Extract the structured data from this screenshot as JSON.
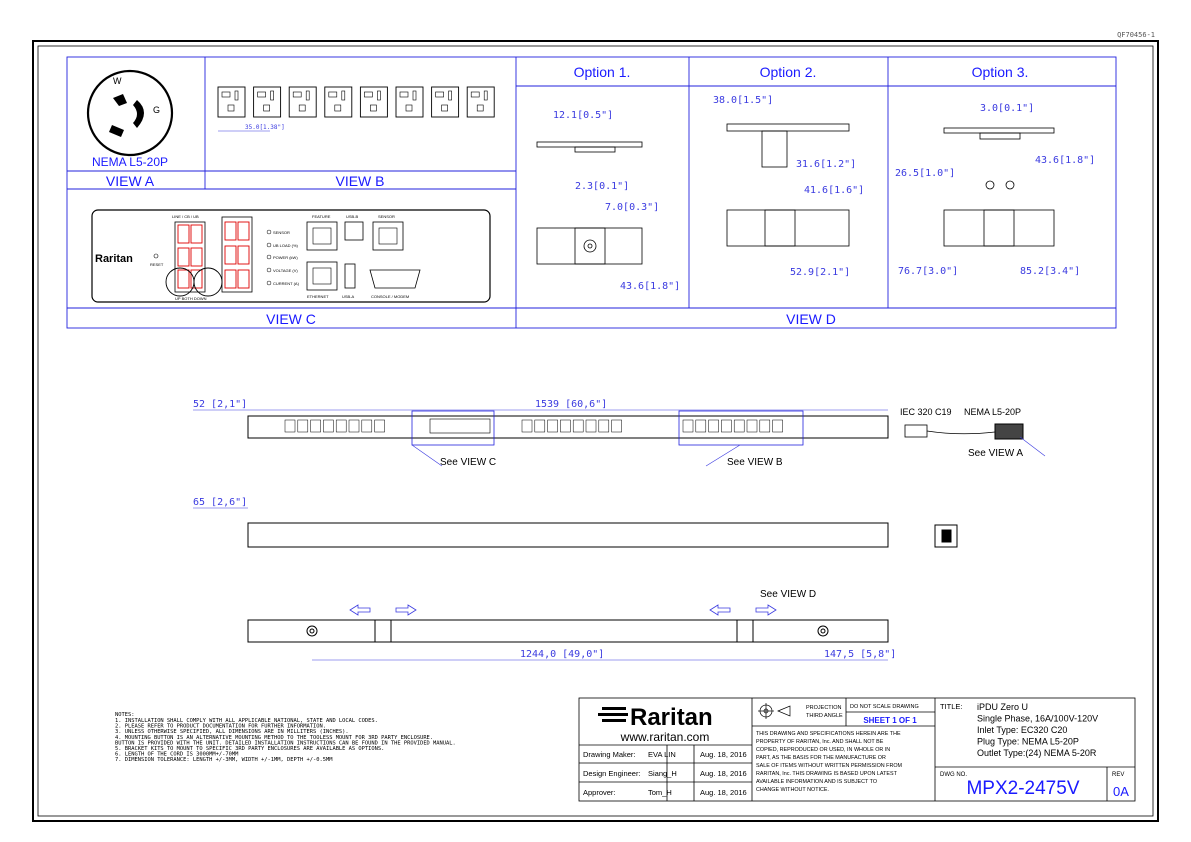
{
  "doc_id": "QF70456-1",
  "views": {
    "option1": "Option 1.",
    "option2": "Option  2.",
    "option3": "Option 3.",
    "view_a": "VIEW A",
    "view_b": "VIEW B",
    "view_c": "VIEW C",
    "view_d": "VIEW D",
    "nema_plug": "NEMA L5-20P",
    "pin_w": "W",
    "pin_g": "G",
    "outlet_spacing": "35.0[1.38\"]"
  },
  "option_dims": {
    "o1_a": "12.1[0.5\"]",
    "o1_b": "2.3[0.1\"]",
    "o1_c": "7.0[0.3\"]",
    "o1_d": "43.6[1.8\"]",
    "o2_a": "38.0[1.5\"]",
    "o2_b": "31.6[1.2\"]",
    "o2_c": "41.6[1.6\"]",
    "o2_d": "52.9[2.1\"]",
    "o3_a": "3.0[0.1\"]",
    "o3_b": "26.5[1.0\"]",
    "o3_c": "43.6[1.8\"]",
    "o3_d": "76.7[3.0\"]",
    "o3_e": "85.2[3.4\"]"
  },
  "panel": {
    "brand": "Raritan",
    "reset": "RESET",
    "line_label": "LINE / CB / UB",
    "feature": "FEATURE",
    "usb_b": "USB-B",
    "sensor": "SENSOR",
    "ethernet": "ETHERNET",
    "usb_a": "USB-A",
    "console": "CONSOLE / MODEM",
    "led_sensor": "SENSOR",
    "led_ubload": "UB LOAD (%)",
    "led_power": "POWER (kW)",
    "led_voltage": "VOLTAGE (V)",
    "led_current": "CURRENT (A)",
    "buttons": "UP  BOTH  DOWN"
  },
  "pdu": {
    "dim_top_left": "52  [2,1\"]",
    "dim_length": "1539  [60,6\"]",
    "see_c": "See VIEW C",
    "see_b": "See VIEW B",
    "see_a": "See VIEW A",
    "see_d": "See VIEW D",
    "inlet": "IEC 320 C19",
    "plug": "NEMA L5-20P",
    "dim_depth": "65  [2,6\"]",
    "dim_mount": "1244,0  [49,0\"]",
    "dim_end": "147,5  [5,8\"]"
  },
  "notes": {
    "title": "NOTES:",
    "lines": [
      "1. INSTALLATION SHALL COMPLY WITH ALL APPLICABLE NATIONAL, STATE AND LOCAL CODES.",
      "2. PLEASE REFER TO PRODUCT DOCUMENTATION FOR FURTHER INFORMATION.",
      "3. UNLESS OTHERWISE SPECIFIED, ALL DIMENSIONS ARE IN MILLITERS (INCHES).",
      "4. MOUNTING BUTTON IS AN ALTERNATIVE MOUNTING METHOD TO THE TOOLESS MOUNT FOR 3RD PARTY ENCLOSURE.",
      "   BUTTON IS PROVIDED WITH THE UNIT. DETAILED INSTALLATION INSTRUCTIONS CAN BE FOUND IN THE PROVIDED MANUAL.",
      "5. BRACKET KITS TO MOUNT TO SPECIFIC 3RD PARTY ENCLOSURES ARE AVAILABLE AS OPTIONS.",
      "6. LENGTH OF THE CORD IS 3000MM+/-70MM",
      "7. DIMENSION TOLERANCE: LENGTH +/-3MM, WIDTH +/-1MM, DEPTH +/-0.5MM"
    ]
  },
  "title_block": {
    "logo": "Raritan",
    "url": "www.raritan.com",
    "maker_label": "Drawing Maker:",
    "maker": "EVA LIN",
    "maker_date": "Aug. 18, 2016",
    "engineer_label": "Design Engineer:",
    "engineer": "Siang_H",
    "engineer_date": "Aug. 18, 2016",
    "approver_label": "Approver:",
    "approver": "Tom_H",
    "approver_date": "Aug. 18, 2016",
    "projection1": "PROJECTION",
    "projection2": "THIRD ANGLE",
    "dont_scale": "DO NOT SCALE DRAWING",
    "sheet": "SHEET 1 OF 1",
    "legal": [
      "THIS DRAWING AND SPECIFICATIONS HEREIN ARE THE",
      "PROPERTY OF RARITAN, Inc. AND SHALL NOT BE",
      "COPIED, REPRODUCED OR USED, IN WHOLE OR IN",
      "PART, AS THE BASIS FOR THE MANUFACTURE OR",
      "SALE OF ITEMS WITHOUT WRITTEN PERMISSION FROM",
      "RARITAN, Inc. THIS DRAWING IS BASED UPON LATEST",
      "AVAILABLE INFORMATION AND IS SUBJECT TO",
      "CHANGE WITHOUT NOTICE."
    ],
    "title_label": "TITLE:",
    "title_lines": [
      "iPDU Zero U",
      "Single Phase, 16A/100V-120V",
      "Inlet Type: EC320 C20",
      "Plug Type: NEMA L5-20P",
      "Outlet Type:(24) NEMA 5-20R"
    ],
    "dwg_label": "DWG NO.",
    "dwg_no": "MPX2-2475V",
    "rev_label": "REV",
    "rev": "0A"
  }
}
